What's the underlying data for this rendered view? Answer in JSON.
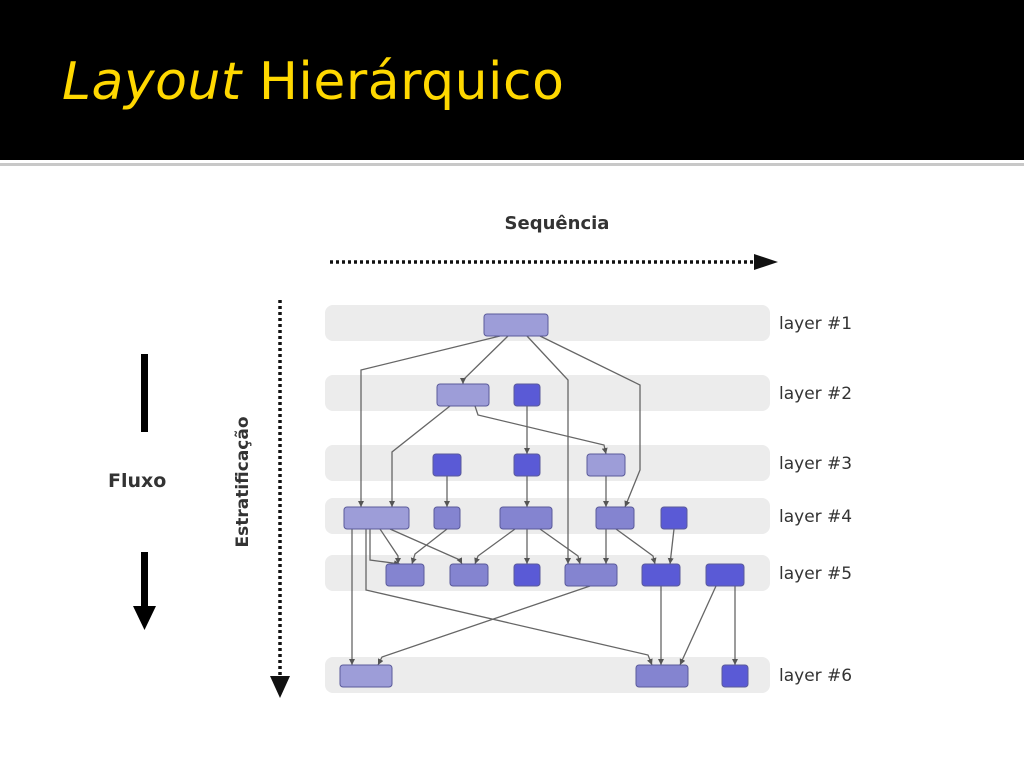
{
  "slide": {
    "title_italic": "Layout",
    "title_rest": "Hierárquico"
  },
  "labels": {
    "sequence": "Sequência",
    "stratification": "Estratificação",
    "flow": "Fluxo"
  },
  "layers": [
    {
      "label": "layer #1"
    },
    {
      "label": "layer #2"
    },
    {
      "label": "layer #3"
    },
    {
      "label": "layer #4"
    },
    {
      "label": "layer #5"
    },
    {
      "label": "layer #6"
    }
  ],
  "colors": {
    "title": "#ffd800",
    "band": "#ececec",
    "node_light": "#9d9dd8",
    "node_medium": "#8484d0",
    "node_dark": "#5a5ad6",
    "node_border": "#5a5a9a",
    "edge": "#666666"
  }
}
